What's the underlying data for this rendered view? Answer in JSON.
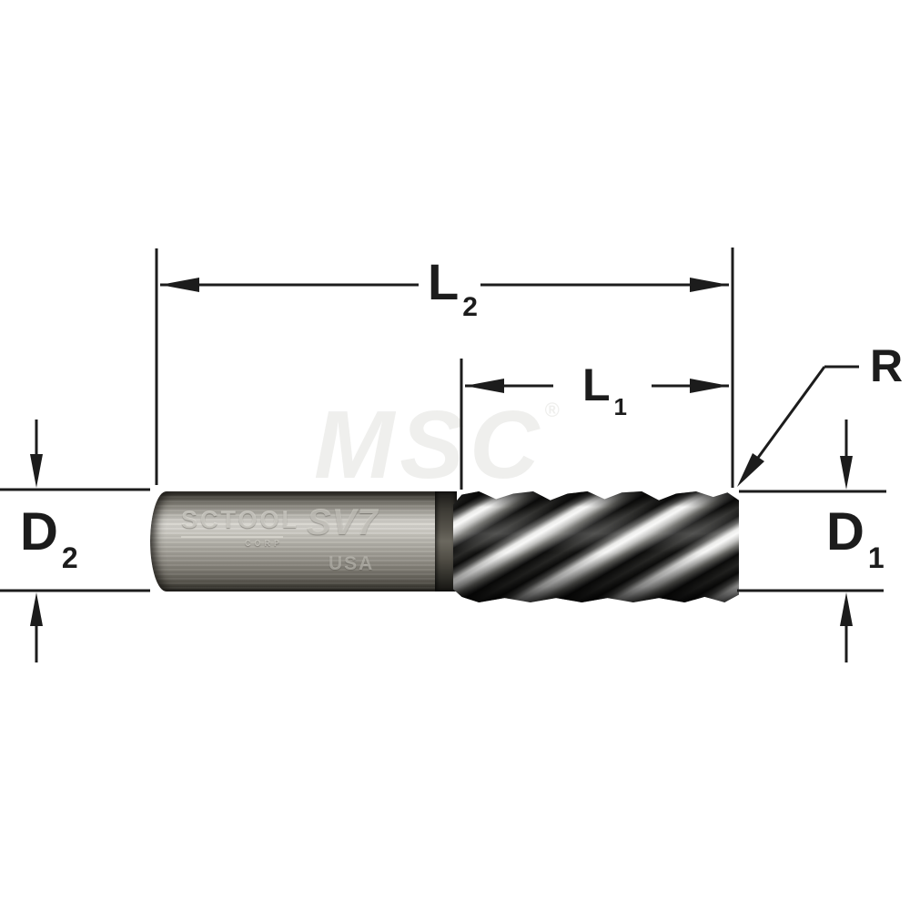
{
  "colors": {
    "background": "#ffffff",
    "line": "#1c1c1c",
    "metal-light": "#d8d6d0",
    "metal-dark": "#1d1c19",
    "flute-dark": "#0c0c0b",
    "flute-light": "#e9e9e7",
    "watermark": "#efefed"
  },
  "labels": {
    "l2": {
      "letter": "L",
      "subscript": "2"
    },
    "l1": {
      "letter": "L",
      "subscript": "1"
    },
    "radius": {
      "letter": "R"
    },
    "d2": {
      "letter": "D",
      "subscript": "2"
    },
    "d1": {
      "letter": "D",
      "subscript": "1"
    }
  },
  "watermark": {
    "text": "MSC",
    "mark": "®"
  },
  "tool": {
    "brand": "SCTOOL",
    "brand_suffix": "CORP",
    "series_logo": "SV7",
    "country": "USA"
  }
}
